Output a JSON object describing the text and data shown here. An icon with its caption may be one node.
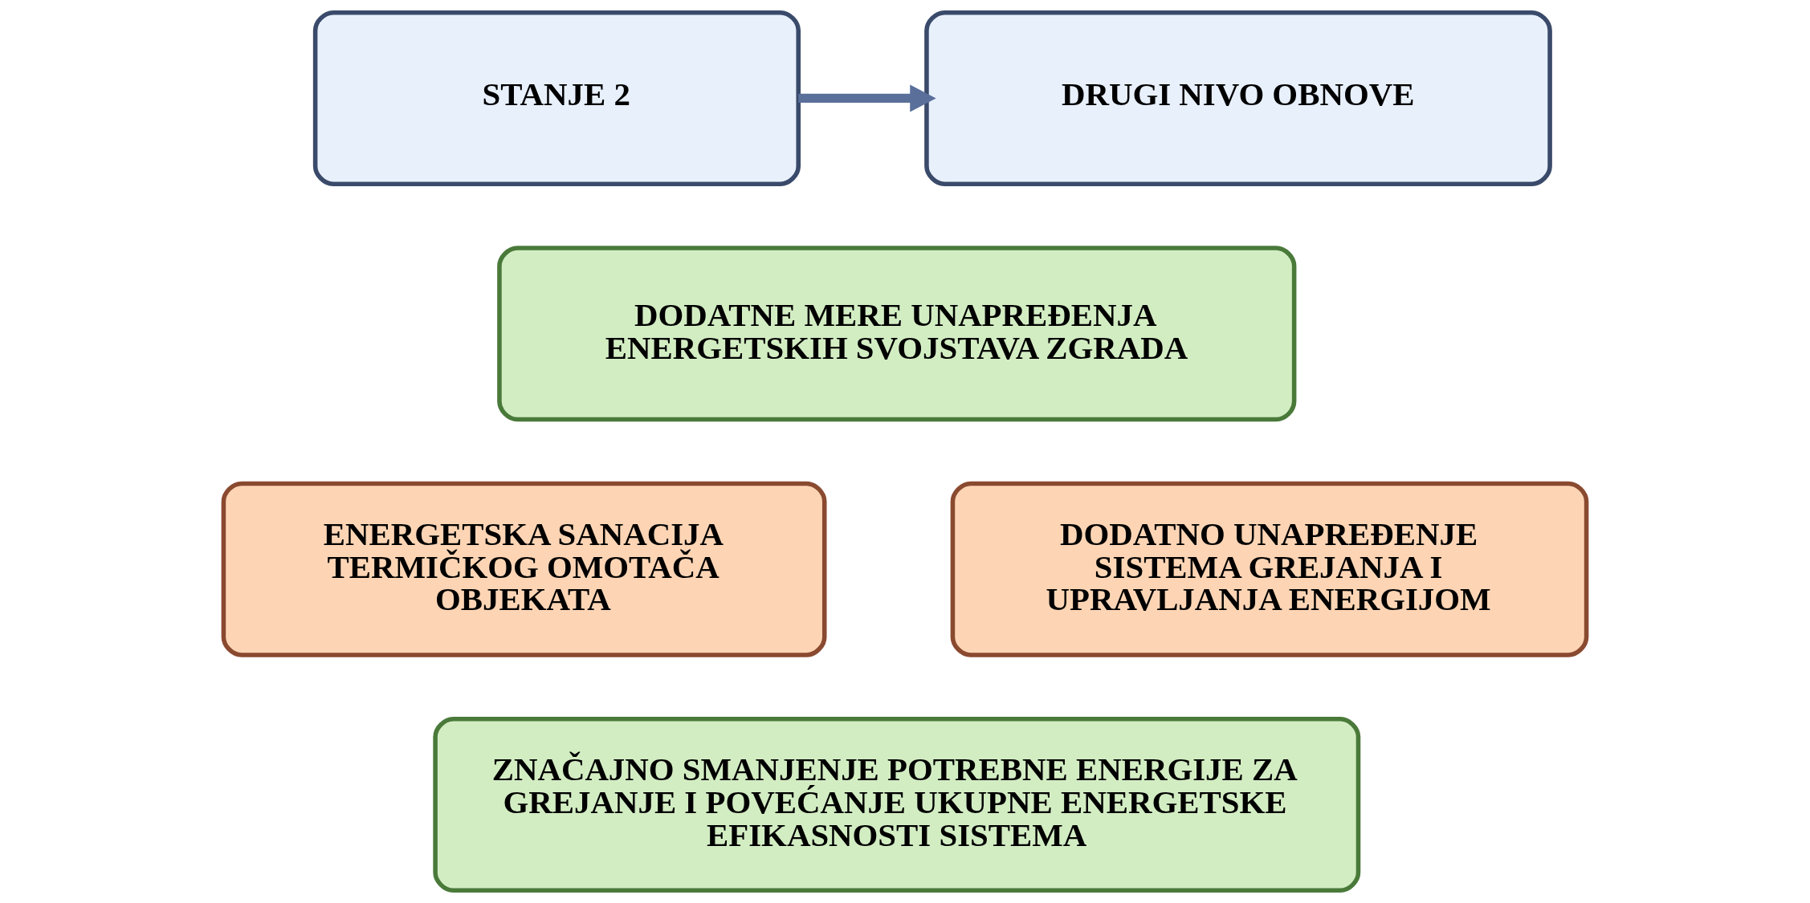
{
  "diagram": {
    "nodes": [
      {
        "text": [
          "STANJE 2"
        ]
      },
      {
        "text": [
          "DRUGI NIVO OBNOVE"
        ]
      },
      {
        "text": [
          "DODATNE MERE UNAPREĐENJA ENERGETSKIH SVOJSTAVA ZGRADA"
        ]
      },
      {
        "text": [
          "ENERGETSKA SANACIJA TERMIČKOG OMOTAČA OBJEKATA"
        ]
      },
      {
        "text": [
          "DODATNO UNAPREĐENJE SISTEMA GREJANJA I UPRAVLJANJA ENERGIJOM"
        ]
      },
      {
        "text": [
          "ZNAČAJNO SMANJENJE POTREBNE ENERGIJE ZA GREJANJE I POVEĆANJE UKUPNE ENERGETSKE EFIKASNOSTI SISTEMA"
        ]
      }
    ],
    "edges": [
      {
        "from": 0,
        "to": 1,
        "arrow": "to"
      }
    ]
  }
}
